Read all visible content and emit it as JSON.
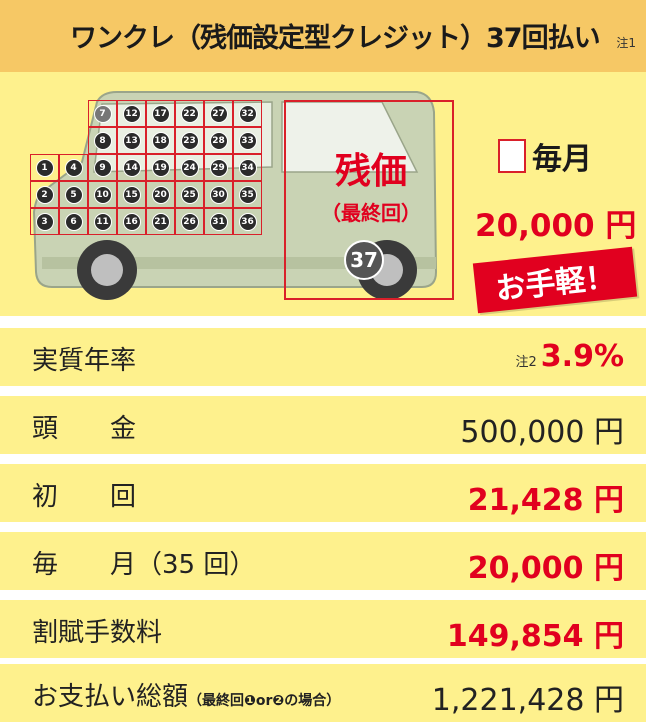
{
  "header": {
    "title": "ワンクレ（残価設定型クレジット）37回払い",
    "note": "注1"
  },
  "panel": {
    "grid_numbers": [
      "1",
      "2",
      "3",
      "4",
      "5",
      "6",
      "7",
      "8",
      "9",
      "10",
      "11",
      "12",
      "13",
      "14",
      "15",
      "16",
      "17",
      "18",
      "19",
      "20",
      "21",
      "22",
      "23",
      "24",
      "25",
      "26",
      "27",
      "28",
      "29",
      "30",
      "31",
      "32",
      "33",
      "34",
      "35",
      "36"
    ],
    "balloon_title": "残価",
    "balloon_sub": "（最終回）",
    "balloon_num": "37",
    "monthly_label": "毎月",
    "monthly_amount": "20,000 円",
    "easy_badge": "お手軽！"
  },
  "rows": [
    {
      "label": "実質年率",
      "note": "注2",
      "value": "3.9%"
    },
    {
      "label": "頭　　金",
      "value": "500,000 円"
    },
    {
      "label": "初　　回",
      "value": "21,428 円"
    },
    {
      "label": "毎　　月（35 回）",
      "value": "20,000 円"
    },
    {
      "label": "割賦手数料",
      "value": "149,854 円"
    },
    {
      "label": "お支払い総額",
      "label_small": "（最終回❶or❷の場合）",
      "value": "1,221,428 円"
    }
  ],
  "colors": {
    "header_bg": "#f6c865",
    "panel_bg": "#fef18d",
    "accent_red": "#e1001f"
  }
}
